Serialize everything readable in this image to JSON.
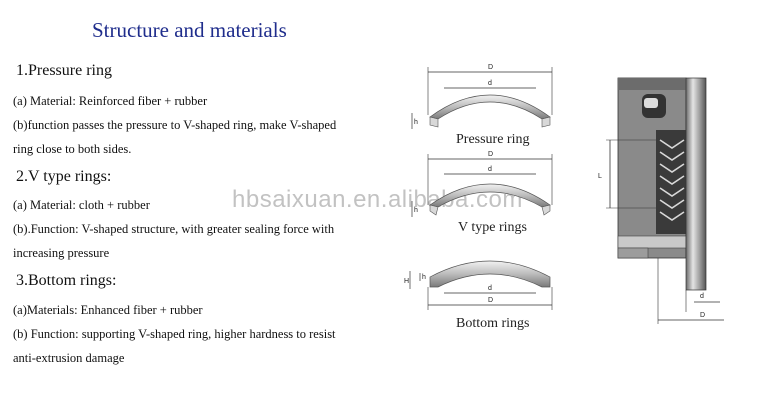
{
  "title": "Structure and materials",
  "sections": [
    {
      "heading": "1.Pressure ring",
      "lines": [
        "(a) Material: Reinforced fiber + rubber",
        "(b)function passes the pressure to V-shaped ring, make V-shaped",
        "ring close to both sides."
      ]
    },
    {
      "heading": "2.V type rings:",
      "lines": [
        "(a) Material: cloth + rubber",
        "(b).Function: V-shaped structure, with greater sealing force with",
        "increasing pressure"
      ]
    },
    {
      "heading": "3.Bottom rings:",
      "lines": [
        "(a)Materials: Enhanced fiber + rubber",
        "(b) Function: supporting V-shaped ring, higher hardness to resist",
        "anti-extrusion damage"
      ]
    }
  ],
  "watermark": "hbsaixuan.en.alibaba.com",
  "diagrams": {
    "pressure_caption": "Pressure ring",
    "v_caption": "V type rings",
    "bottom_caption": "Bottom rings",
    "dim_D": "D",
    "dim_d": "d",
    "dim_h": "h",
    "dim_H": "H",
    "dim_L": "L"
  }
}
